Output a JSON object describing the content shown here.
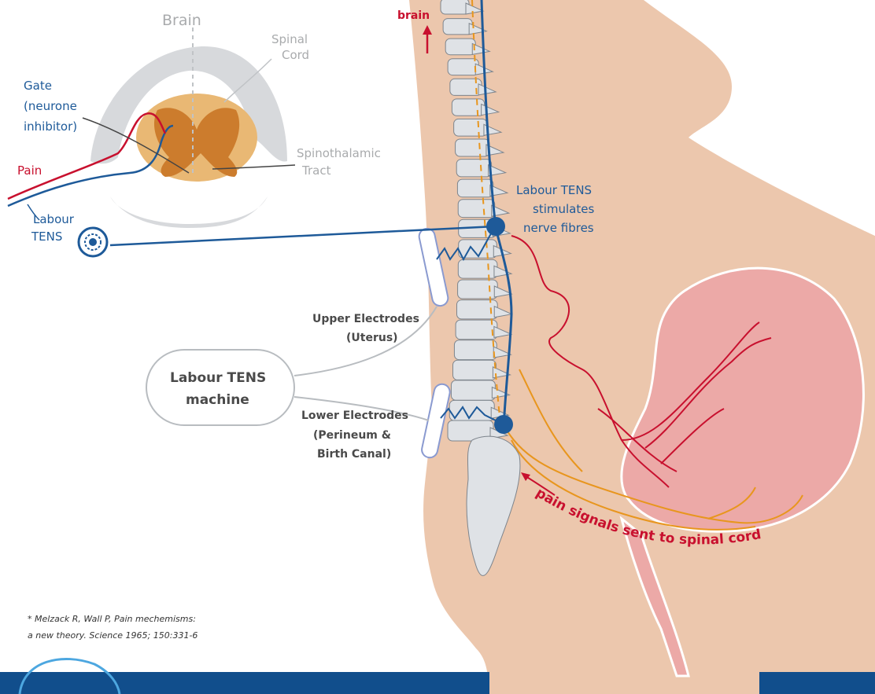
{
  "labels": {
    "brain_top": "Brain",
    "spinal_cord_1": "Spinal",
    "spinal_cord_2": "Cord",
    "gate_1": "Gate",
    "gate_2": "(neurone",
    "gate_3": "inhibitor)",
    "spinothalamic_1": "Spinothalamic",
    "spinothalamic_2": "Tract",
    "pain": "Pain",
    "labour_tens_1": "Labour",
    "labour_tens_2": "TENS",
    "brain_arrow": "brain",
    "stim_1": "Labour TENS",
    "stim_2": "stimulates",
    "stim_3": "nerve fibres",
    "upper_1": "Upper Electrodes",
    "upper_2": "(Uterus)",
    "machine_1": "Labour TENS",
    "machine_2": "machine",
    "lower_1": "Lower Electrodes",
    "lower_2": "(Perineum &",
    "lower_3": "Birth Canal)",
    "pain_signals": "pain signals sent to spinal cord",
    "citation_1": "* Melzack R, Wall P, Pain mechemisms:",
    "citation_2": "a new theory. Science 1965; 150:331-6"
  },
  "colors": {
    "skin": "#ecc7ad",
    "uterus": "#eca9a7",
    "spine": "#dfe2e6",
    "nerve_blue": "#1e5a99",
    "nerve_red": "#c8102e",
    "nerve_orange": "#e8961e",
    "cord_orange": "#e8a04a",
    "footer": "#114e8c"
  }
}
